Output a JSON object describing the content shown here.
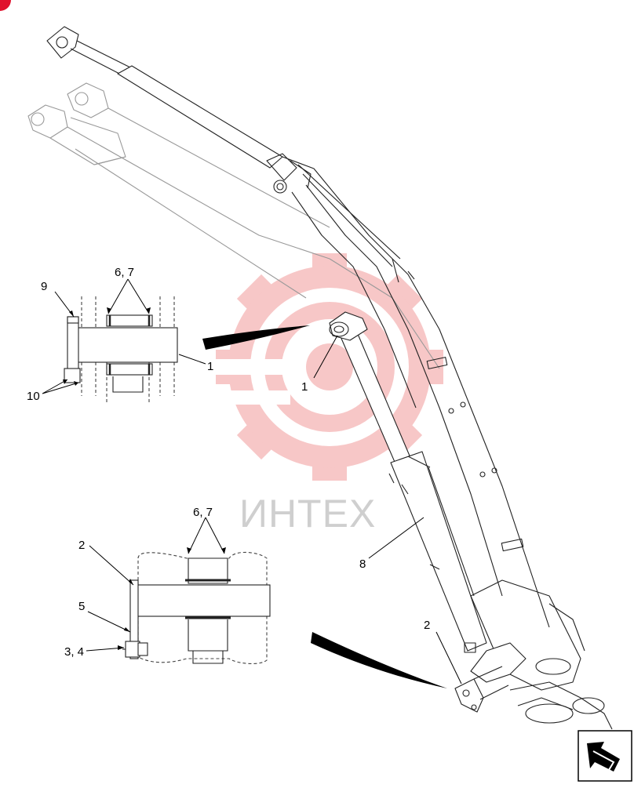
{
  "callouts": {
    "c9": "9",
    "c67_top": "6, 7",
    "c1_left": "1",
    "c10": "10",
    "c1_center": "1",
    "c8": "8",
    "c67_bottom": "6, 7",
    "c2_left": "2",
    "c5": "5",
    "c34": "3, 4",
    "c2_right": "2"
  },
  "watermark": {
    "text": "ИНТЕХ",
    "gear_color": "#f29a9a",
    "text_color": "#cfcfcf"
  },
  "nav_icon": "next-page-arrow-icon",
  "corner_marker_color": "#e0112d"
}
